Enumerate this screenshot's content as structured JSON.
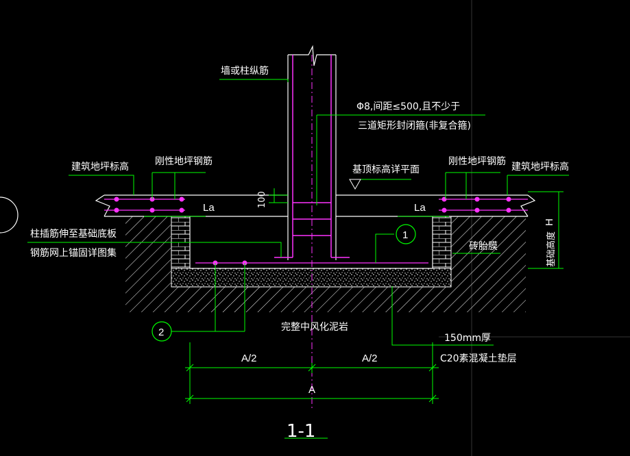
{
  "drawing": {
    "section_title": "1-1",
    "labels": {
      "wall_column_rebar": "墙或柱纵筋",
      "stirrup_line1": "Φ8,间距≤500,且不少于",
      "stirrup_line2": "三道矩形封闭箍(非复合箍)",
      "floor_level_left": "建筑地坪标高",
      "rigid_floor_rebar_left": "刚性地坪钢筋",
      "top_level": "基顶标高详平面",
      "rigid_floor_rebar_right": "刚性地坪钢筋",
      "floor_level_right": "建筑地坪标高",
      "anchor_left": "La",
      "anchor_right": "La",
      "dim_100": "100",
      "dowel_line1": "柱插筋伸至基础底板",
      "dowel_line2": "钢筋网上锚固详图集",
      "brick_mold": "砖胎膜",
      "foundation_height": "基础高度",
      "dim_H": "H",
      "rock": "完整中风化泥岩",
      "bedding_thickness": "150mm厚",
      "bedding_material": "C20素混凝土垫层",
      "dim_half_left": "A/2",
      "dim_half_right": "A/2",
      "dim_full": "A",
      "callout_1": "1",
      "callout_2": "2"
    }
  },
  "colors": {
    "background": "#000000",
    "rebar": "#ff33ff",
    "outline": "#ffffff",
    "leader": "#00ff00",
    "dimension": "#ffffff",
    "callout": "#00ff00"
  }
}
